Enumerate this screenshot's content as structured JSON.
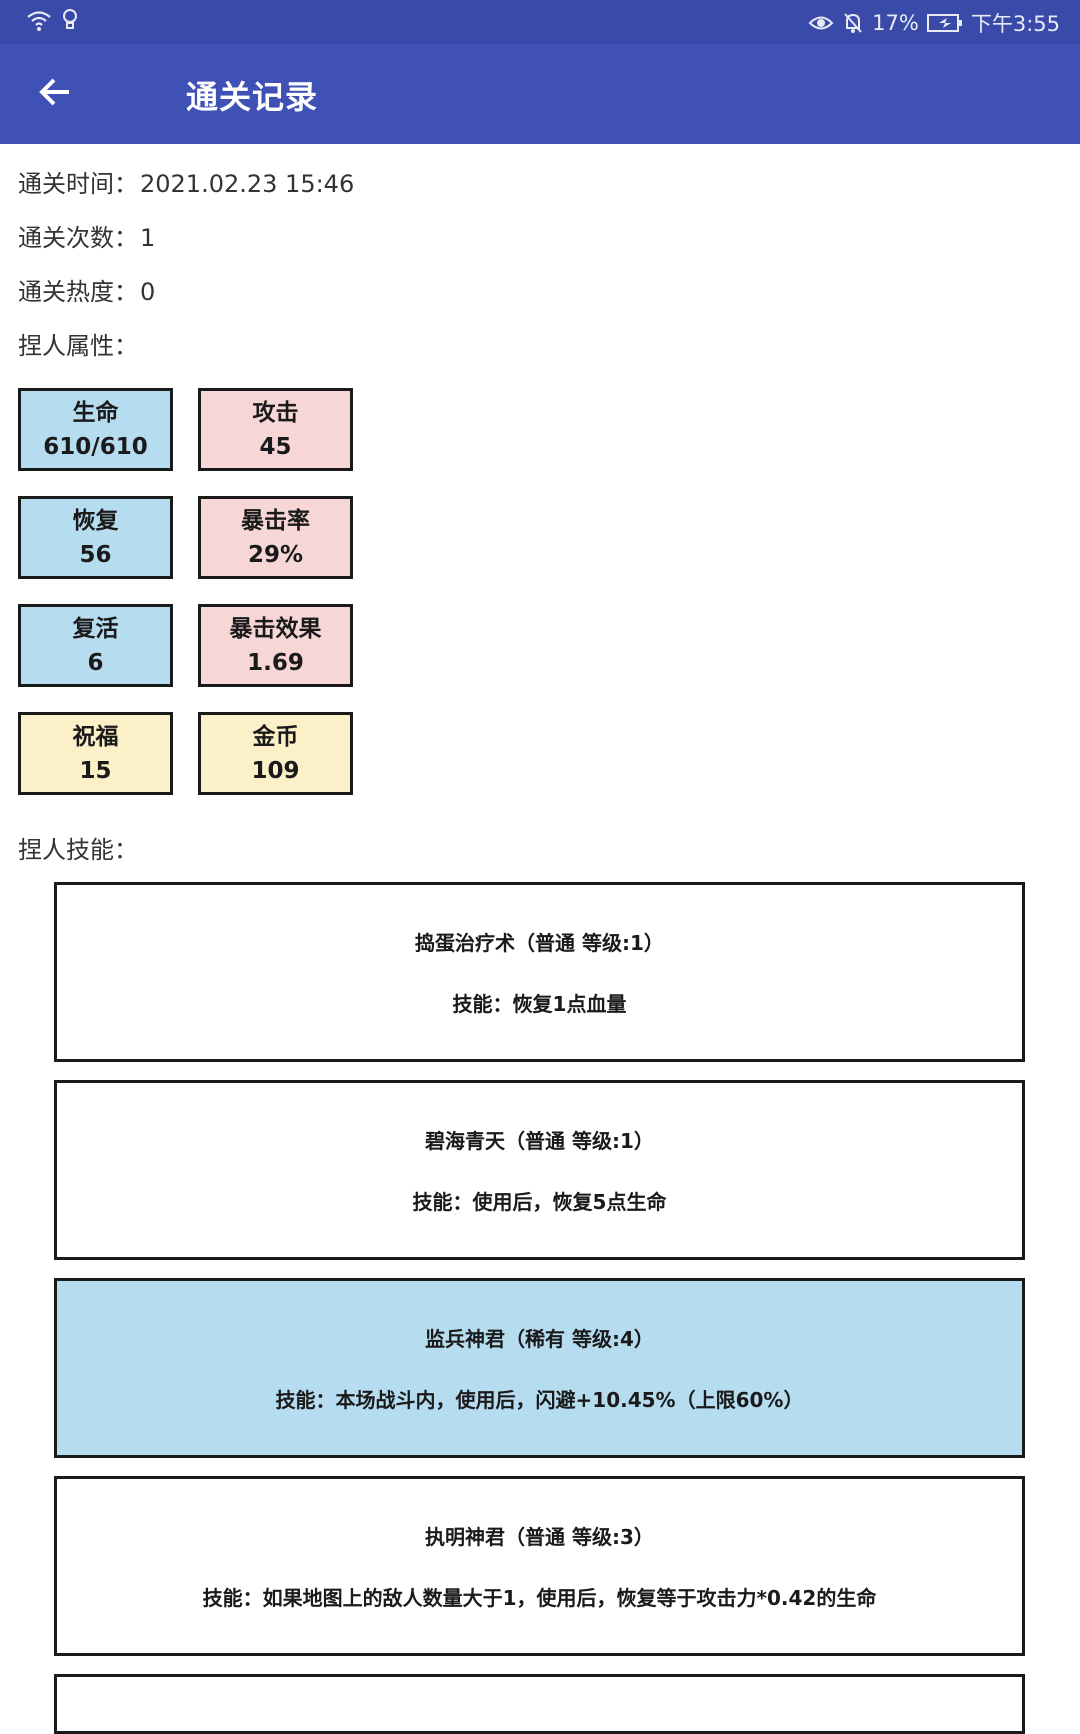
{
  "status_bar": {
    "battery": "17%",
    "time": "下午3:55",
    "icons": [
      "wifi-icon",
      "bulb-icon",
      "eye-icon",
      "bell-off-icon",
      "battery-icon"
    ]
  },
  "header": {
    "title": "通关记录",
    "back_icon": "arrow-left-icon"
  },
  "info": {
    "time_label": "通关时间：",
    "time_value": "2021.02.23 15:46",
    "count_label": "通关次数：",
    "count_value": "1",
    "heat_label": "通关热度：",
    "heat_value": "0",
    "attributes_label": "捏人属性：",
    "skills_label": "捏人技能："
  },
  "stats": [
    {
      "label": "生命",
      "value": "610/610",
      "color": "#b6dcf0"
    },
    {
      "label": "攻击",
      "value": "45",
      "color": "#f7d6d6"
    },
    {
      "label": "恢复",
      "value": "56",
      "color": "#b6dcf0"
    },
    {
      "label": "暴击率",
      "value": "29%",
      "color": "#f7d6d6"
    },
    {
      "label": "复活",
      "value": "6",
      "color": "#b6dcf0"
    },
    {
      "label": "暴击效果",
      "value": "1.69",
      "color": "#f7d6d6"
    },
    {
      "label": "祝福",
      "value": "15",
      "color": "#fcf0c8"
    },
    {
      "label": "金币",
      "value": "109",
      "color": "#fcf0c8"
    }
  ],
  "skills": [
    {
      "name": "捣蛋治疗术（普通 等级:1）",
      "desc": "技能：恢复1点血量",
      "rarity_color": "#ffffff"
    },
    {
      "name": "碧海青天（普通 等级:1）",
      "desc": "技能：使用后，恢复5点生命",
      "rarity_color": "#ffffff"
    },
    {
      "name": "监兵神君（稀有 等级:4）",
      "desc": "技能：本场战斗内，使用后，闪避+10.45%（上限60%）",
      "rarity_color": "#b6dcf0"
    },
    {
      "name": "执明神君（普通 等级:3）",
      "desc": "技能：如果地图上的敌人数量大于1，使用后，恢复等于攻击力*0.42的生命",
      "rarity_color": "#ffffff"
    }
  ]
}
